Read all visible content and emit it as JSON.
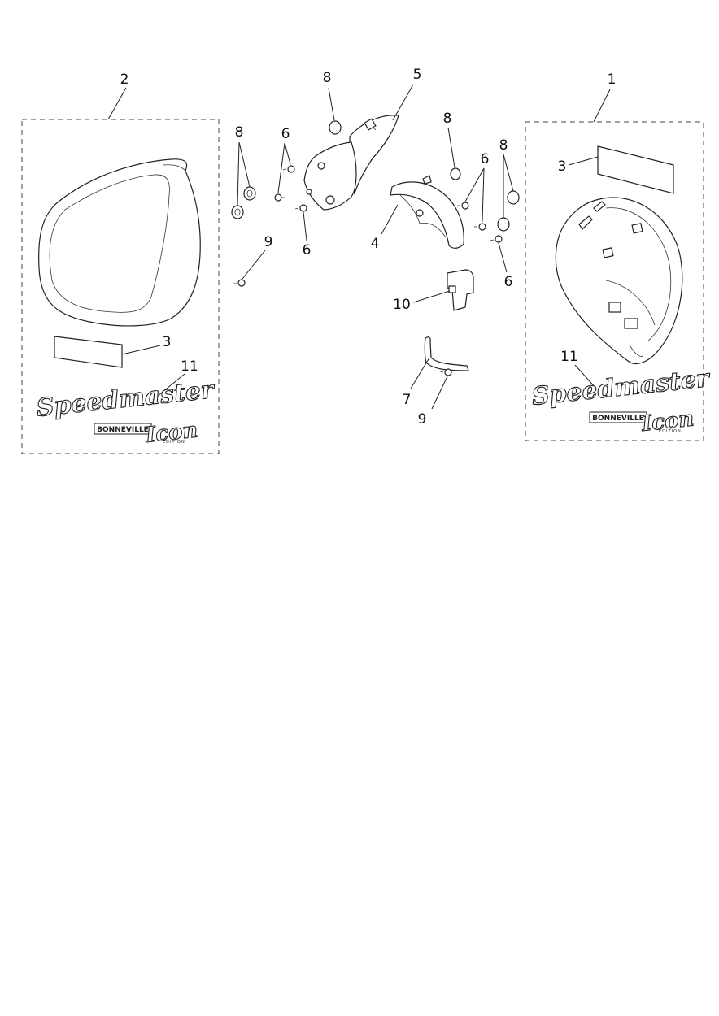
{
  "callouts": {
    "c2": "2",
    "c1": "1",
    "c8a": "8",
    "c6a": "6",
    "c5": "5",
    "c8b": "8",
    "c6b": "6",
    "c8c": "8",
    "c3a": "3",
    "c6c": "6",
    "c9a": "9",
    "c6d": "6",
    "c4": "4",
    "c10": "10",
    "c3b": "3",
    "c11a": "11",
    "c11b": "11",
    "c7": "7",
    "c9b": "9"
  },
  "logo": {
    "main": "Speedmaster",
    "sub": "BONNEVILLE",
    "icon": "Icon",
    "edition": "EDITION"
  }
}
